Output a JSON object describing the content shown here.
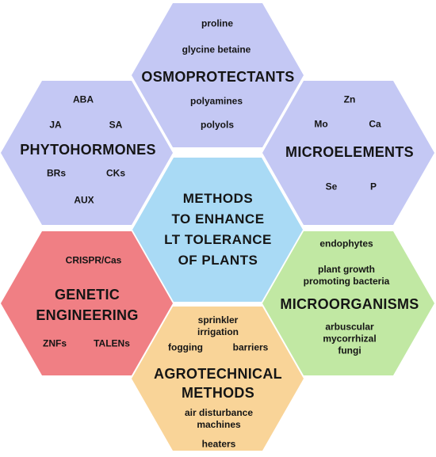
{
  "colors": {
    "purple": "#c4c8f4",
    "blue": "#a9daf5",
    "red": "#f07f84",
    "green": "#c1e8a3",
    "orange": "#f9d498"
  },
  "center": {
    "line1": "METHODS",
    "line2": "TO ENHANCE",
    "line3": "LT TOLERANCE",
    "line4": "OF PLANTS"
  },
  "osmoprotectants": {
    "title": "OSMOPROTECTANTS",
    "items": [
      "proline",
      "glycine betaine",
      "polyamines",
      "polyols"
    ]
  },
  "phytohormones": {
    "title": "PHYTOHORMONES",
    "items": [
      "ABA",
      "JA",
      "SA",
      "BRs",
      "CKs",
      "AUX"
    ]
  },
  "microelements": {
    "title": "MICROELEMENTS",
    "items": [
      "Zn",
      "Mo",
      "Ca",
      "Se",
      "P"
    ]
  },
  "genetic": {
    "title_line1": "GENETIC",
    "title_line2": "ENGINEERING",
    "items": [
      "CRISPR/Cas",
      "ZNFs",
      "TALENs"
    ]
  },
  "microorganisms": {
    "title": "MICROORGANISMS",
    "items": [
      "endophytes",
      "plant growth",
      "promoting bacteria",
      "arbuscular",
      "mycorrhizal",
      "fungi"
    ]
  },
  "agrotechnical": {
    "title_line1": "AGROTECHNICAL",
    "title_line2": "METHODS",
    "items": [
      "sprinkler",
      "irrigation",
      "fogging",
      "barriers",
      "air disturbance",
      "machines",
      "heaters"
    ]
  }
}
